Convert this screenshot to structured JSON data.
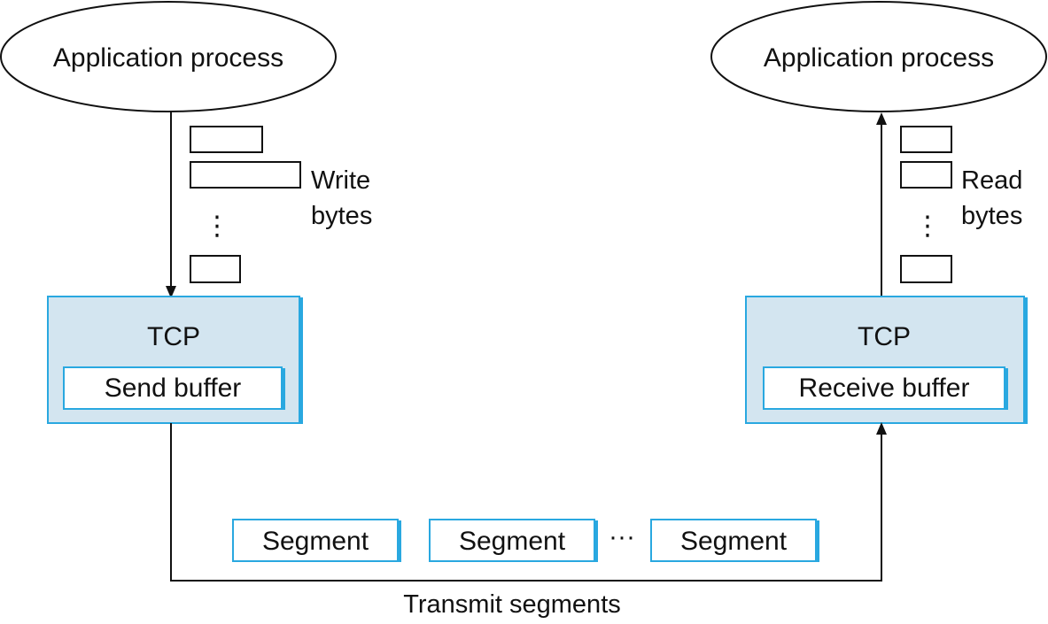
{
  "diagram": {
    "sender": {
      "process_label": "Application process",
      "tcp_label": "TCP",
      "buffer_label": "Send buffer",
      "bytes_label_line1": "Write",
      "bytes_label_line2": "bytes"
    },
    "receiver": {
      "process_label": "Application process",
      "tcp_label": "TCP",
      "buffer_label": "Receive buffer",
      "bytes_label_line1": "Read",
      "bytes_label_line2": "bytes"
    },
    "segments": [
      "Segment",
      "Segment",
      "Segment"
    ],
    "segment_gap_symbol": "···",
    "link_label": "Transmit segments",
    "ellipsis_vertical": "⋮"
  },
  "colors": {
    "tcp_fill": "#d3e5f0",
    "tcp_border": "#29a8e0",
    "line": "#111111",
    "box_fill": "#ffffff"
  }
}
